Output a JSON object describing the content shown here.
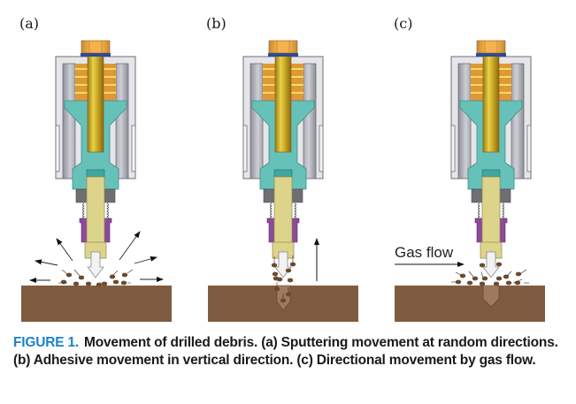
{
  "figure": {
    "panels": [
      {
        "id": "a",
        "label": "(a)",
        "mode": "sputtering",
        "description": "Debris sputters in random directions"
      },
      {
        "id": "b",
        "label": "(b)",
        "mode": "adhesive",
        "description": "Debris moves vertically, adhering to tool"
      },
      {
        "id": "c",
        "label": "(c)",
        "mode": "gas-flow",
        "description": "Debris moves directionally with gas flow",
        "annotation": "Gas flow"
      }
    ],
    "colors": {
      "substrate": "#7f5c3f",
      "hole": "#a07a5e",
      "debris": "#6b4a2f",
      "housing": "#e6e6ea",
      "housing_inner": "#a9a9b3",
      "coupler": "#66c1b9",
      "shank": "#ddd48c",
      "rod": "#c9a21c",
      "nut": "#f2ad47",
      "washer": "#2a4a9a",
      "spring_stack": "#e0963d",
      "spring_line": "#f2e34a",
      "collar": "#6e6e73",
      "clamp": "#8c4a9a",
      "bit": "#f2f2f2",
      "caption_accent": "#1a84c7"
    }
  },
  "caption": {
    "number": "FIGURE 1.",
    "text": "Movement of drilled debris. (a) Sputtering movement at random directions. (b) Adhesive movement in vertical direction. (c) Directional movement by gas flow."
  }
}
